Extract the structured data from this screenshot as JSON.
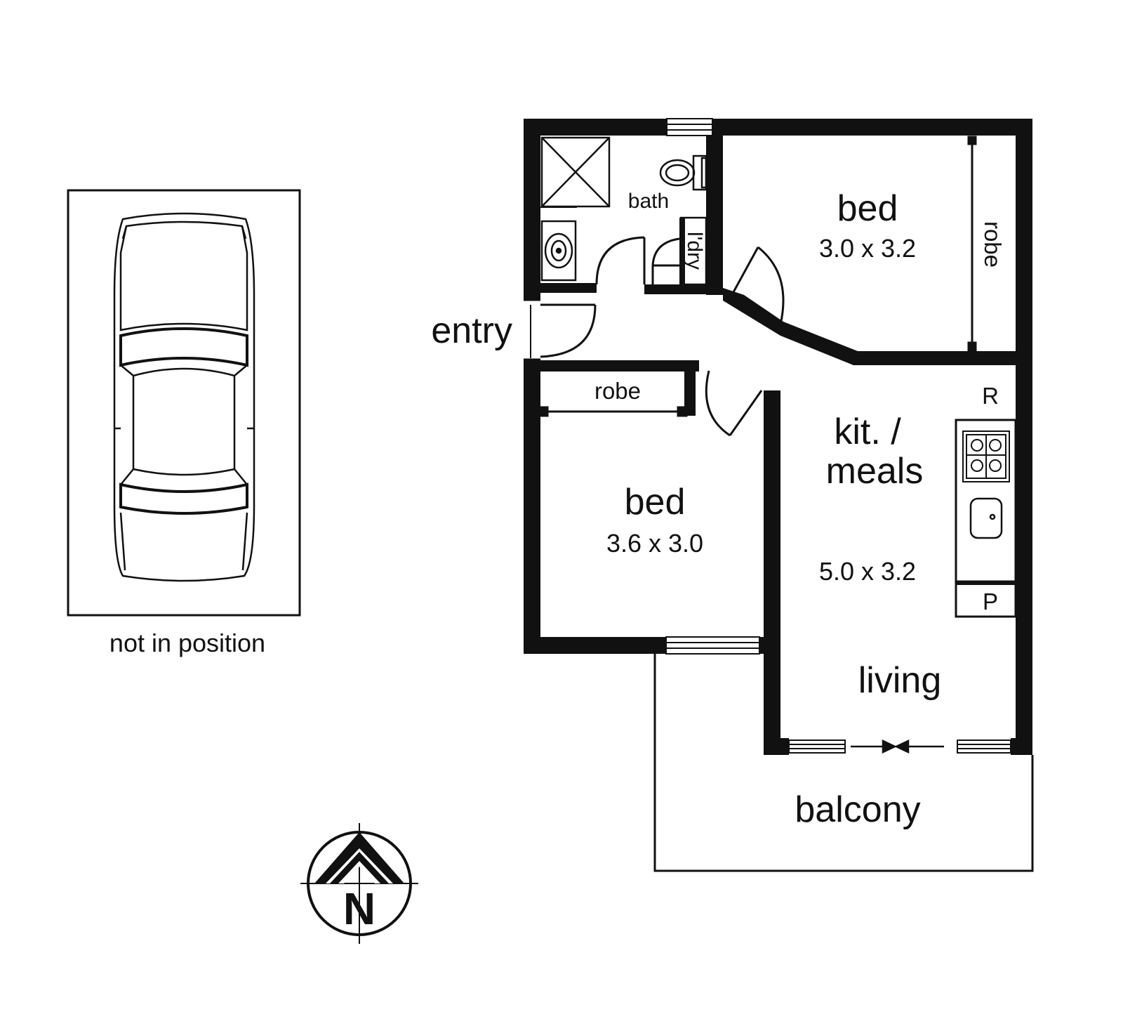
{
  "carport": {
    "note": "not in position"
  },
  "rooms": {
    "bath": "bath",
    "laundry": "l'dry",
    "bed1": {
      "name": "bed",
      "size": "3.0 x 3.2"
    },
    "robe1": "robe",
    "entry": "entry",
    "robe2": "robe",
    "bed2": {
      "name": "bed",
      "size": "3.6 x 3.0"
    },
    "fridge": "R",
    "kitchen": {
      "line1": "kit. /",
      "line2": "meals",
      "size": "5.0 x 3.2"
    },
    "pantry": "P",
    "living": "living",
    "balcony": "balcony"
  },
  "compass": {
    "letter": "N"
  },
  "icons": [
    "car-icon",
    "compass-icon",
    "shower-icon",
    "toilet-icon",
    "basin-icon",
    "cooktop-icon",
    "sink-icon"
  ],
  "colors": {
    "wall": "#111111",
    "background": "#ffffff"
  }
}
